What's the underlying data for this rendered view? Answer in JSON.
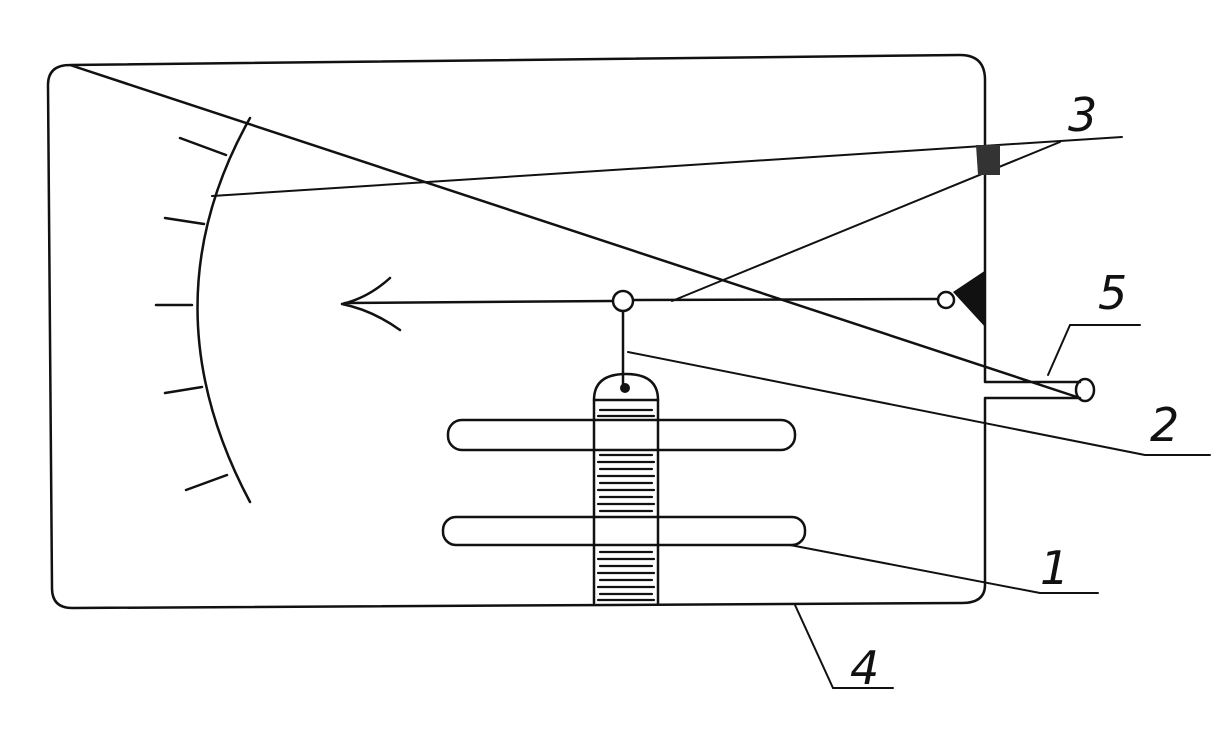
{
  "labels": {
    "part_1": "1",
    "part_2": "2",
    "part_3": "3",
    "part_4": "4",
    "part_5": "5"
  },
  "colors": {
    "ink": "#111111",
    "paper": "#ffffff"
  }
}
